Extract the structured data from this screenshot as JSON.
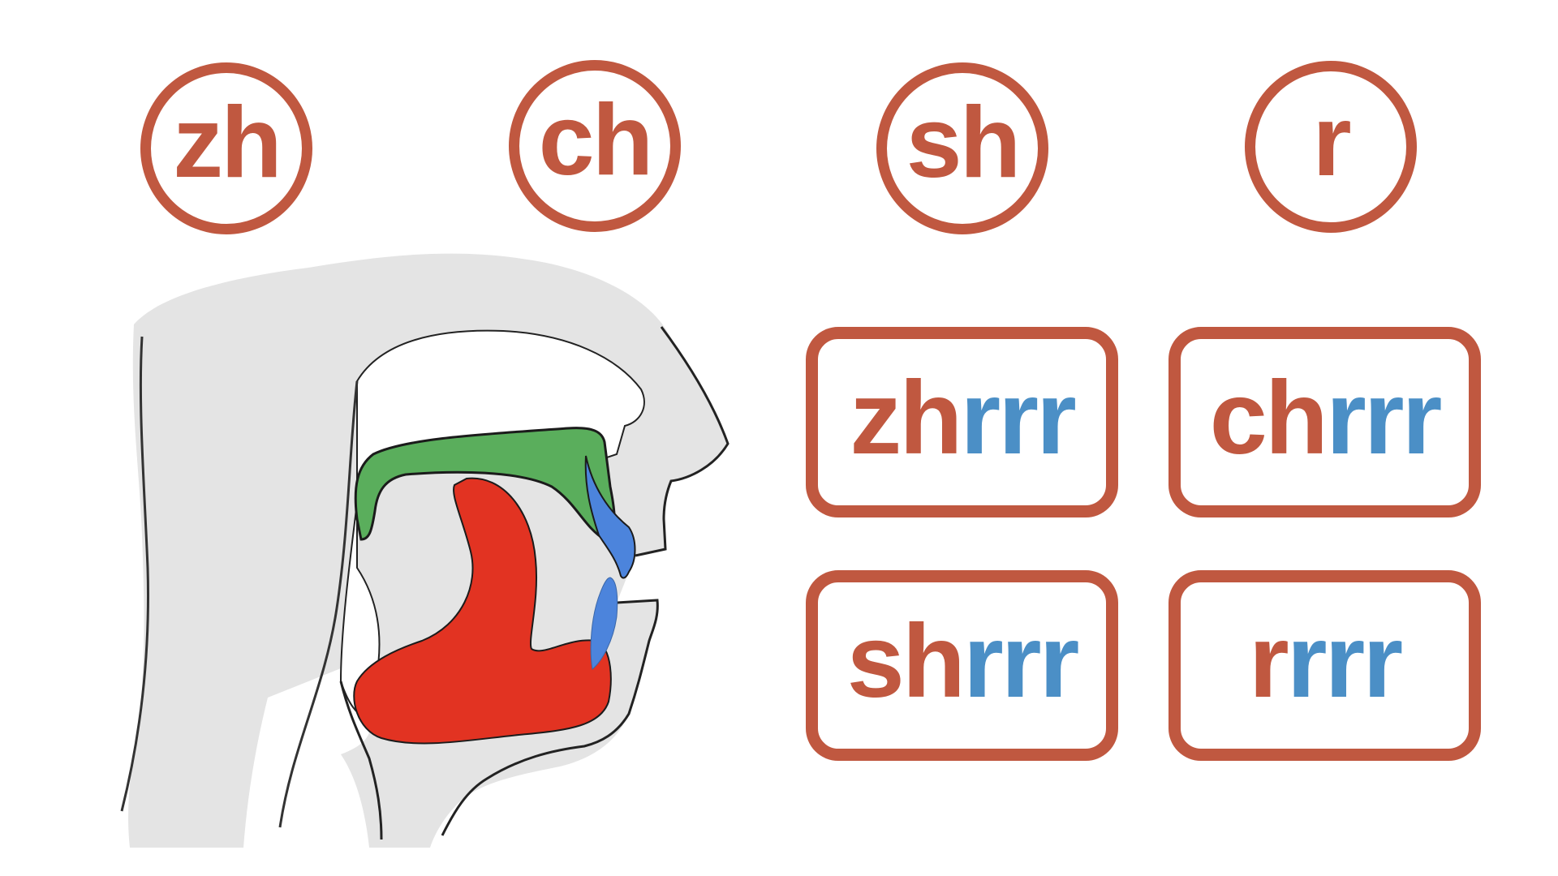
{
  "initials": [
    {
      "label": "zh"
    },
    {
      "label": "ch"
    },
    {
      "label": "sh"
    },
    {
      "label": "r"
    }
  ],
  "practice_cards": [
    {
      "prefix": "zh",
      "suffix": "rrr"
    },
    {
      "prefix": "ch",
      "suffix": "rrr"
    },
    {
      "prefix": "sh",
      "suffix": "rrr"
    },
    {
      "prefix": "r",
      "suffix": "rrr"
    }
  ],
  "illustration": {
    "subject": "sagittal-head-cross-section",
    "parts": [
      "palate",
      "tongue",
      "upper-teeth",
      "lower-teeth",
      "lips",
      "nose"
    ]
  },
  "colors": {
    "accent": "#c05840",
    "highlight": "#4b8fc6",
    "palate": "#5aae5c",
    "tongue": "#e23322",
    "teeth": "#4c84dc",
    "tissue": "#e4e4e4"
  }
}
